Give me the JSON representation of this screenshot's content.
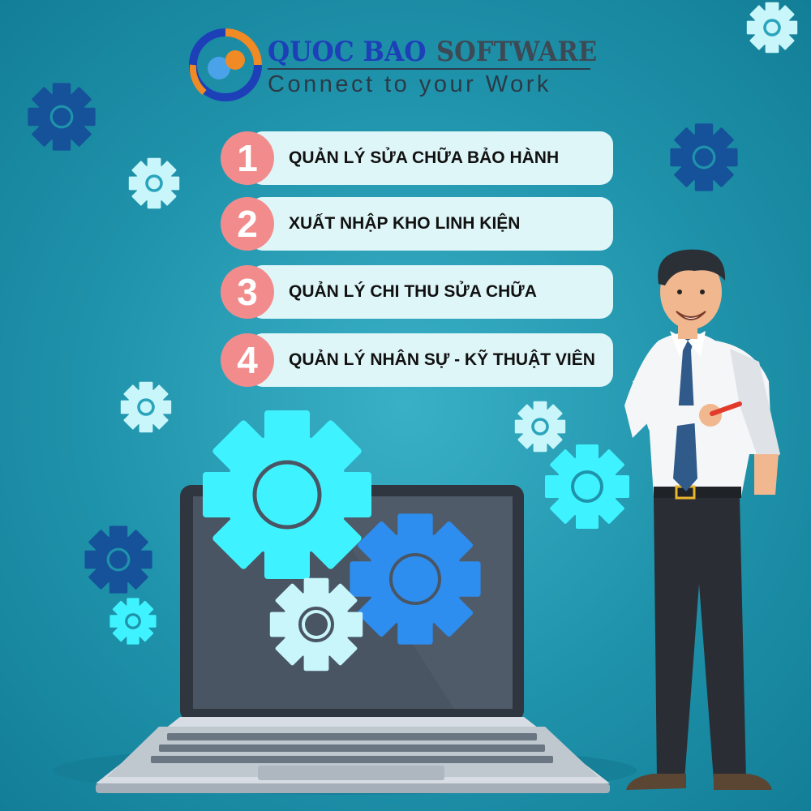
{
  "brand": {
    "name_part1": "QUOC BAO",
    "name_part2": "SOFTWARE",
    "slogan": "Connect to your Work"
  },
  "features": [
    {
      "number": "1",
      "label": "QUẢN LÝ SỬA CHỮA BẢO HÀNH"
    },
    {
      "number": "2",
      "label": "XUẤT NHẬP KHO LINH KIỆN"
    },
    {
      "number": "3",
      "label": "QUẢN LÝ CHI THU SỬA CHỮA"
    },
    {
      "number": "4",
      "label": "QUẢN LÝ NHÂN SỰ - KỸ THUẬT VIÊN"
    }
  ],
  "colors": {
    "background": "#1f93ab",
    "number_circle": "#f28c8c",
    "pill": "#dff6f8",
    "brand_blue": "#1d3fb8",
    "gear_cyan": "#3ef3ff",
    "gear_blue": "#2d8ef0",
    "gear_dark": "#15529a",
    "gear_light": "#c8f6fa"
  },
  "illustration": {
    "icons": [
      "gear-icon",
      "laptop-icon",
      "businessman-figure",
      "pen-icon"
    ]
  }
}
